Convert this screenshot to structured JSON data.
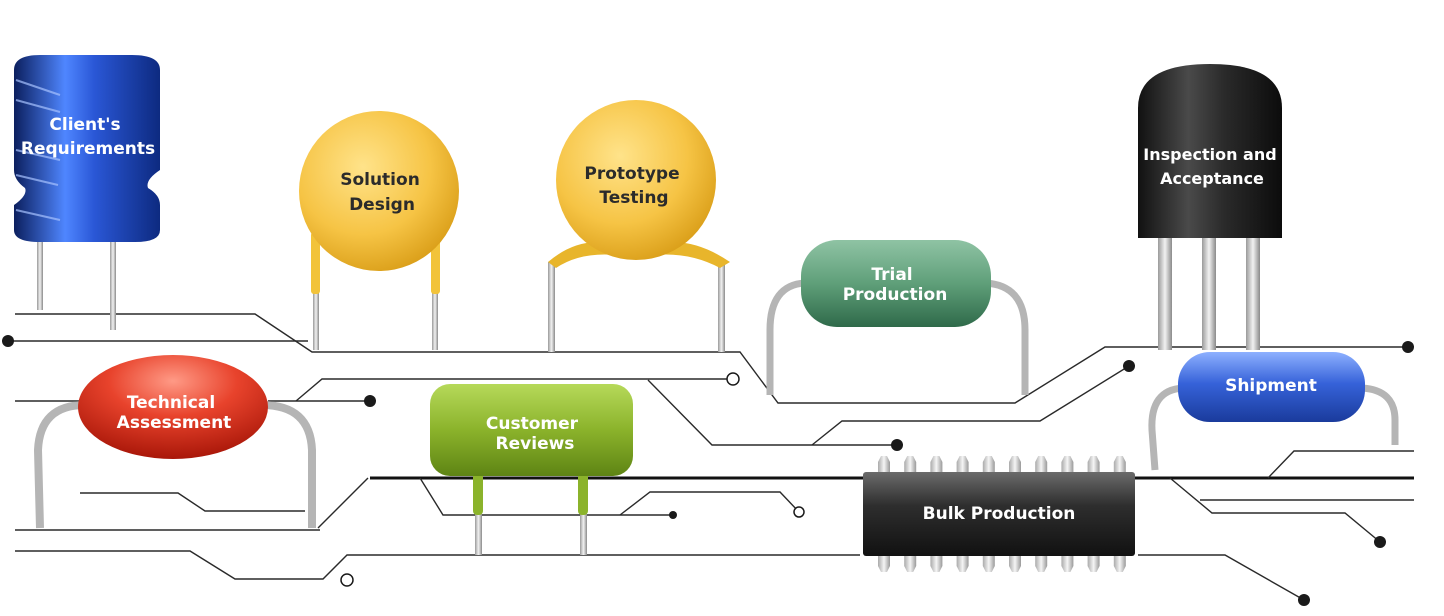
{
  "steps": {
    "client_requirements": {
      "line1": "Client's",
      "line2": "Requirements"
    },
    "solution_design": {
      "line1": "Solution",
      "line2": "Design"
    },
    "prototype_testing": {
      "line1": "Prototype",
      "line2": "Testing"
    },
    "trial_production": {
      "line1": "Trial",
      "line2": "Production"
    },
    "inspection_acceptance": {
      "line1": "Inspection and",
      "line2": "Acceptance"
    },
    "technical_assessment": {
      "line1": "Technical",
      "line2": "Assessment"
    },
    "customer_reviews": {
      "line1": "Customer",
      "line2": "Reviews"
    },
    "shipment": {
      "label": "Shipment"
    },
    "bulk_production": {
      "label": "Bulk Production"
    }
  }
}
